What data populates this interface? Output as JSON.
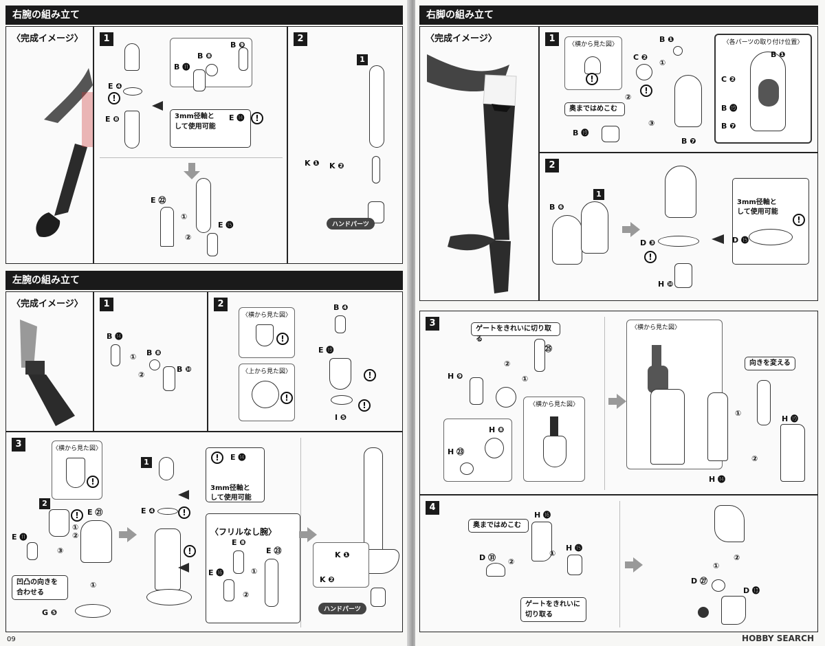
{
  "left_page": {
    "right_arm": {
      "title": "右腕の組み立て",
      "image_label": "〈完成イメージ〉",
      "steps": [
        "1",
        "2"
      ],
      "note_3mm": "3mm径軸と\nして使用可能",
      "labels": {
        "b11": "B ⓫",
        "b8": "B ❽",
        "b9": "B ❾",
        "e4": "E ❹",
        "e8": "E ❽",
        "e14": "E ⓮",
        "e22": "E ㉒",
        "e15": "E ⓯",
        "k1": "K ❶",
        "k2": "K ❷",
        "step1": "1"
      },
      "hand_parts": "ハンドパーツ"
    },
    "left_arm": {
      "title": "左腕の組み立て",
      "image_label": "〈完成イメージ〉",
      "steps": [
        "1",
        "2",
        "3"
      ],
      "side_view": "〈横から見た図〉",
      "top_view": "〈上から見た図〉",
      "labels": {
        "b14": "B ⓮",
        "b8": "B ❽",
        "b10": "B ❿",
        "b4": "B ❹",
        "e19": "E ⓳",
        "i5": "I ❺",
        "e21": "E ㉑",
        "e11": "E ⓫",
        "g5": "G ❺",
        "e4": "E ❹",
        "e14": "E ⓮",
        "e8": "E ❽",
        "e23": "E ㉓",
        "e16": "E ⓰",
        "k1": "K ❶",
        "k2": "K ❷",
        "two": "2",
        "one": "1"
      },
      "align_note": "凹凸の向きを\n合わせる",
      "note_3mm": "3mm径軸と\nして使用可能",
      "no_frill": "〈フリルなし腕〉",
      "hand_parts": "ハンドパーツ"
    },
    "page_number": "09"
  },
  "right_page": {
    "right_leg": {
      "title": "右脚の組み立て",
      "image_label": "〈完成イメージ〉",
      "steps": [
        "1",
        "2",
        "3",
        "4"
      ],
      "side_view": "〈横から見た図〉",
      "parts_position": "〈各パーツの取り付け位置〉",
      "push_in": "奥まではめこむ",
      "gate_clean": "ゲートをきれいに切り取る",
      "gate_clean_2": "ゲートをきれいに\n切り取る",
      "change_dir": "向きを変える",
      "note_3mm": "3mm径軸と\nして使用可能",
      "labels": {
        "b1": "B ❶",
        "c2": "C ❷",
        "b19": "B ⓳",
        "b7": "B ❼",
        "b6": "B ❻",
        "d3": "D ❸",
        "d15": "D ⓯",
        "h10": "H ❿",
        "h9": "H ❾",
        "h25": "H ㉕",
        "h8": "H ❽",
        "h23": "H ㉓",
        "h19": "H ⓳",
        "h14": "H ⓮",
        "h16": "H ⓰",
        "h15": "H ⓯",
        "d31": "D ㉛",
        "d27": "D ㉗",
        "d13": "D ⓭",
        "one": "1"
      }
    },
    "watermark": "HOBBY SEARCH"
  },
  "circled": {
    "1": "①",
    "2": "②",
    "3": "③"
  },
  "warn_mark": "!"
}
